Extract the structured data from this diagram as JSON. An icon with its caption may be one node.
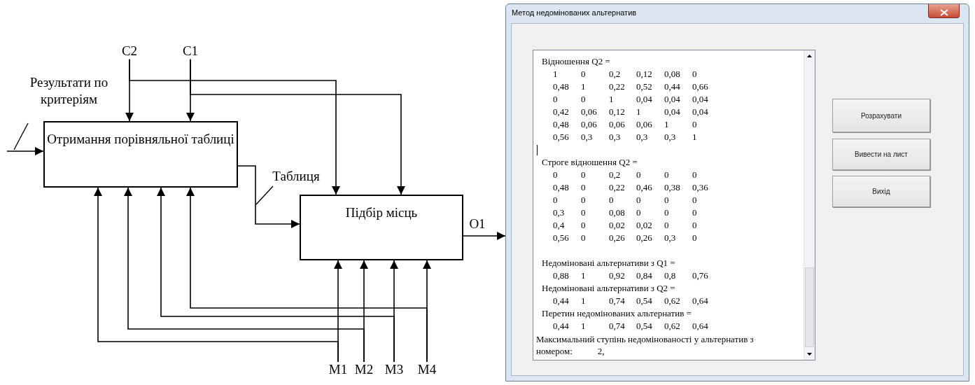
{
  "diagram": {
    "nodes": [
      {
        "text": [
          "C2"
        ]
      },
      {
        "text": [
          "C1"
        ]
      },
      {
        "text": [
          "Отримання порівняльної таблиці"
        ]
      },
      {
        "text": [
          "Підбір місць"
        ]
      },
      {
        "text": [
          "M1"
        ]
      },
      {
        "text": [
          "M2"
        ]
      },
      {
        "text": [
          "M3"
        ]
      },
      {
        "text": [
          "M4"
        ]
      },
      {
        "text": [
          "Метод недомінованих альтернатив"
        ]
      },
      {
        "text": [
          "Розрахувати"
        ],
        "in": 8
      },
      {
        "text": [
          "Вивести на лист"
        ],
        "in": 8
      },
      {
        "text": [
          "Вихід"
        ],
        "in": 8
      }
    ],
    "edges": [
      {
        "from": null,
        "to": 2,
        "arrow": "to",
        "label": "Результати по критеріям"
      },
      {
        "from": 0,
        "to": 2,
        "arrow": "to"
      },
      {
        "from": 0,
        "to": 3,
        "arrow": "to"
      },
      {
        "from": 1,
        "to": 2,
        "arrow": "to"
      },
      {
        "from": 1,
        "to": 3,
        "arrow": "to"
      },
      {
        "from": 2,
        "to": 3,
        "arrow": "to",
        "label": "Таблиця"
      },
      {
        "from": 3,
        "to": 8,
        "arrow": "to",
        "label": "O1"
      },
      {
        "from": 4,
        "to": 3,
        "arrow": "to"
      },
      {
        "from": 4,
        "to": 2,
        "arrow": "to"
      },
      {
        "from": 5,
        "to": 3,
        "arrow": "to"
      },
      {
        "from": 5,
        "to": 2,
        "arrow": "to"
      },
      {
        "from": 6,
        "to": 3,
        "arrow": "to"
      },
      {
        "from": 6,
        "to": 2,
        "arrow": "to"
      },
      {
        "from": 7,
        "to": 3,
        "arrow": "to"
      },
      {
        "from": 7,
        "to": 2,
        "arrow": "to"
      }
    ],
    "labels": [
      "Відношення Q2 =",
      "1",
      "0",
      "0,2",
      "0,12",
      "0,08",
      "0",
      "0,48",
      "1",
      "0,22",
      "0,52",
      "0,44",
      "0,66",
      "0",
      "0",
      "1",
      "0,04",
      "0,04",
      "0,04",
      "0,42",
      "0,06",
      "0,12",
      "1",
      "0,04",
      "0,04",
      "0,48",
      "0,06",
      "0,06",
      "0,06",
      "1",
      "0",
      "0,56",
      "0,3",
      "0,3",
      "0,3",
      "0,3",
      "1",
      "Строге відношення  Q2 =",
      "0",
      "0",
      "0,2",
      "0",
      "0",
      "0",
      "0,48",
      "0",
      "0,22",
      "0,46",
      "0,38",
      "0,36",
      "0",
      "0",
      "0",
      "0",
      "0",
      "0",
      "0,3",
      "0",
      "0,08",
      "0",
      "0",
      "0",
      "0,4",
      "0",
      "0,02",
      "0,02",
      "0",
      "0",
      "0,56",
      "0",
      "0,26",
      "0,26",
      "0,3",
      "0",
      "Недоміновані альтернативи з Q1 =",
      "0,88",
      "1",
      "0,92",
      "0,84",
      "0,8",
      "0,76",
      "Недоміновані альтернативи з Q2 =",
      "0,44",
      "1",
      "0,74",
      "0,54",
      "0,62",
      "0,64",
      "Перетин недомінованих альтернатив =",
      "0,44",
      "1",
      "0,74",
      "0,54",
      "0,62",
      "0,64",
      "Максимальний ступінь недомінованості у альтернатив з номером:",
      "2,"
    ]
  }
}
